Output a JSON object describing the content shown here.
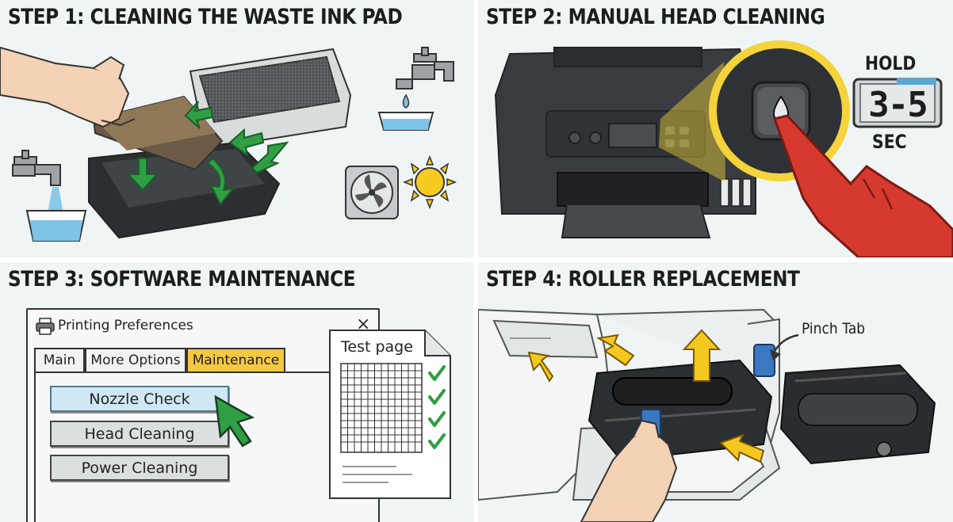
{
  "panels": {
    "step1": {
      "title": "STEP 1: CLEANING THE WASTE INK PAD"
    },
    "step2": {
      "title": "STEP 2: MANUAL HEAD CLEANING",
      "hold_label": "HOLD",
      "timer_value": "3-5",
      "sec_label": "SEC"
    },
    "step3": {
      "title": "STEP 3: SOFTWARE MAINTENANCE",
      "window_title": "Printing Preferences",
      "close_glyph": "×",
      "tabs": [
        "Main",
        "More Options",
        "Maintenance"
      ],
      "active_tab": "Maintenance",
      "buttons": [
        "Nozzle Check",
        "Head Cleaning",
        "Power Cleaning"
      ],
      "test_page_label": "Test page"
    },
    "step4": {
      "title": "STEP 4: ROLLER REPLACEMENT",
      "pinch_tab_label": "Pinch Tab"
    }
  },
  "colors": {
    "panel_bg": "#eef5f4",
    "arrow_green": "#2f9e44",
    "highlight_yellow": "#f5d33a",
    "tab_active": "#f5c842",
    "hand_red": "#d63a2e",
    "water_blue": "#7ec4e6",
    "button_highlight": "#cfe8f3"
  },
  "icons": [
    "faucet-icon",
    "water-bowl-icon",
    "fan-icon",
    "sun-icon",
    "ink-drop-icon",
    "cursor-arrow-icon",
    "checkmark-icon",
    "printer-icon",
    "close-icon"
  ]
}
